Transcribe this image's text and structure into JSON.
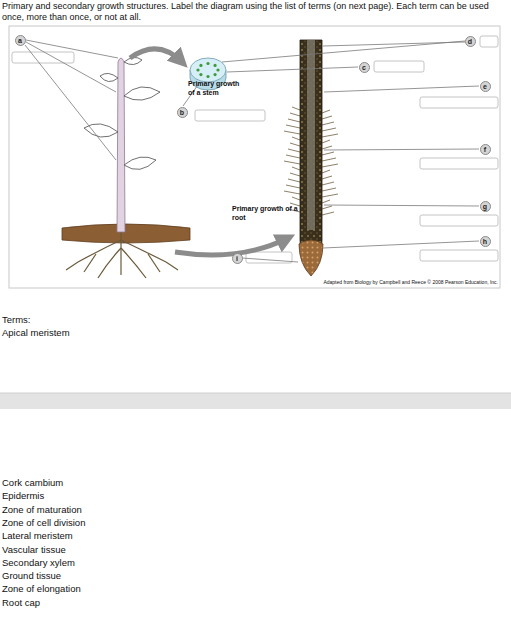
{
  "diagram": {
    "title": "Primary and secondary growth structures. Label the diagram using the list of terms (on next page). Each term can be used once, more than once, or not at all.",
    "nodes": [
      {
        "text": [
          "a"
        ]
      },
      {
        "text": [
          "d"
        ]
      },
      {
        "text": [
          "c"
        ]
      },
      {
        "text": [
          "e"
        ]
      },
      {
        "text": [
          "b"
        ]
      },
      {
        "text": [
          "f"
        ]
      },
      {
        "text": [
          "g"
        ]
      },
      {
        "text": [
          "h"
        ]
      },
      {
        "text": [
          "i"
        ]
      }
    ],
    "labels": [
      "Primary growth of a stem",
      "Primary growth of a root",
      "Adapted from Biology by Campbell and Reece © 2008 Pearson Education, Inc.",
      "Terms:",
      "Apical meristem",
      "Cork cambium",
      "Epidermis",
      "Zone of maturation",
      "Zone of cell division",
      "Lateral meristem",
      "Vascular tissue",
      "Secondary xylem",
      "Ground tissue",
      "Zone of elongation",
      "Root cap"
    ]
  }
}
